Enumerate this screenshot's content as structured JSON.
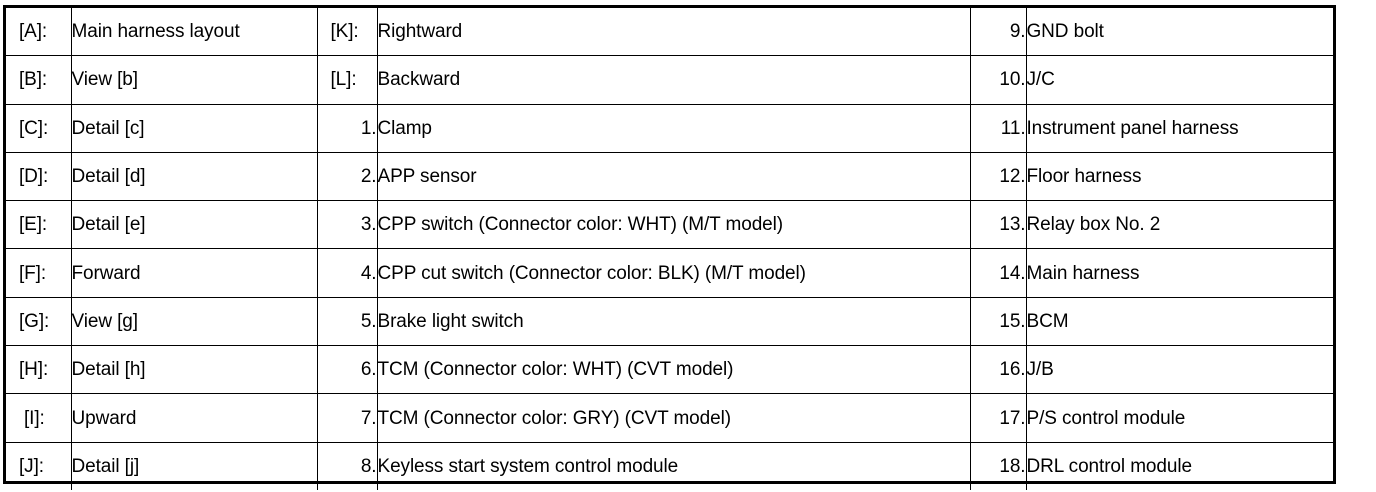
{
  "document": {
    "kind": "wiring-harness-legend-table",
    "columns": 3,
    "rows": 10,
    "border_color": "#000000",
    "text_color": "#000000",
    "background": "#ffffff"
  },
  "legend": {
    "column_1": [
      {
        "key": "[A]:",
        "label": "Main harness layout"
      },
      {
        "key": "[B]:",
        "label": "View [b]"
      },
      {
        "key": "[C]:",
        "label": "Detail [c]"
      },
      {
        "key": "[D]:",
        "label": "Detail [d]"
      },
      {
        "key": "[E]:",
        "label": "Detail [e]"
      },
      {
        "key": "[F]:",
        "label": "Forward"
      },
      {
        "key": "[G]:",
        "label": "View [g]"
      },
      {
        "key": "[H]:",
        "label": "Detail [h]"
      },
      {
        "key": "[I]:",
        "label": "Upward"
      },
      {
        "key": "[J]:",
        "label": "Detail [j]"
      }
    ],
    "column_2": [
      {
        "key": "[K]:",
        "label": "Rightward"
      },
      {
        "key": "[L]:",
        "label": "Backward"
      },
      {
        "key": "1.",
        "label": "Clamp"
      },
      {
        "key": "2.",
        "label": "APP sensor"
      },
      {
        "key": "3.",
        "label": "CPP switch (Connector color: WHT) (M/T model)"
      },
      {
        "key": "4.",
        "label": "CPP cut switch (Connector color: BLK) (M/T model)"
      },
      {
        "key": "5.",
        "label": "Brake light switch"
      },
      {
        "key": "6.",
        "label": "TCM (Connector color: WHT) (CVT model)"
      },
      {
        "key": "7.",
        "label": "TCM (Connector color: GRY) (CVT model)"
      },
      {
        "key": "8.",
        "label": "Keyless start system control module"
      }
    ],
    "column_3": [
      {
        "key": "9.",
        "label": "GND bolt"
      },
      {
        "key": "10.",
        "label": "J/C"
      },
      {
        "key": "11.",
        "label": "Instrument panel harness"
      },
      {
        "key": "12.",
        "label": "Floor harness"
      },
      {
        "key": "13.",
        "label": "Relay box No. 2"
      },
      {
        "key": "14.",
        "label": "Main harness"
      },
      {
        "key": "15.",
        "label": "BCM"
      },
      {
        "key": "16.",
        "label": "J/B"
      },
      {
        "key": "17.",
        "label": "P/S control module"
      },
      {
        "key": "18.",
        "label": "DRL control module"
      }
    ]
  }
}
